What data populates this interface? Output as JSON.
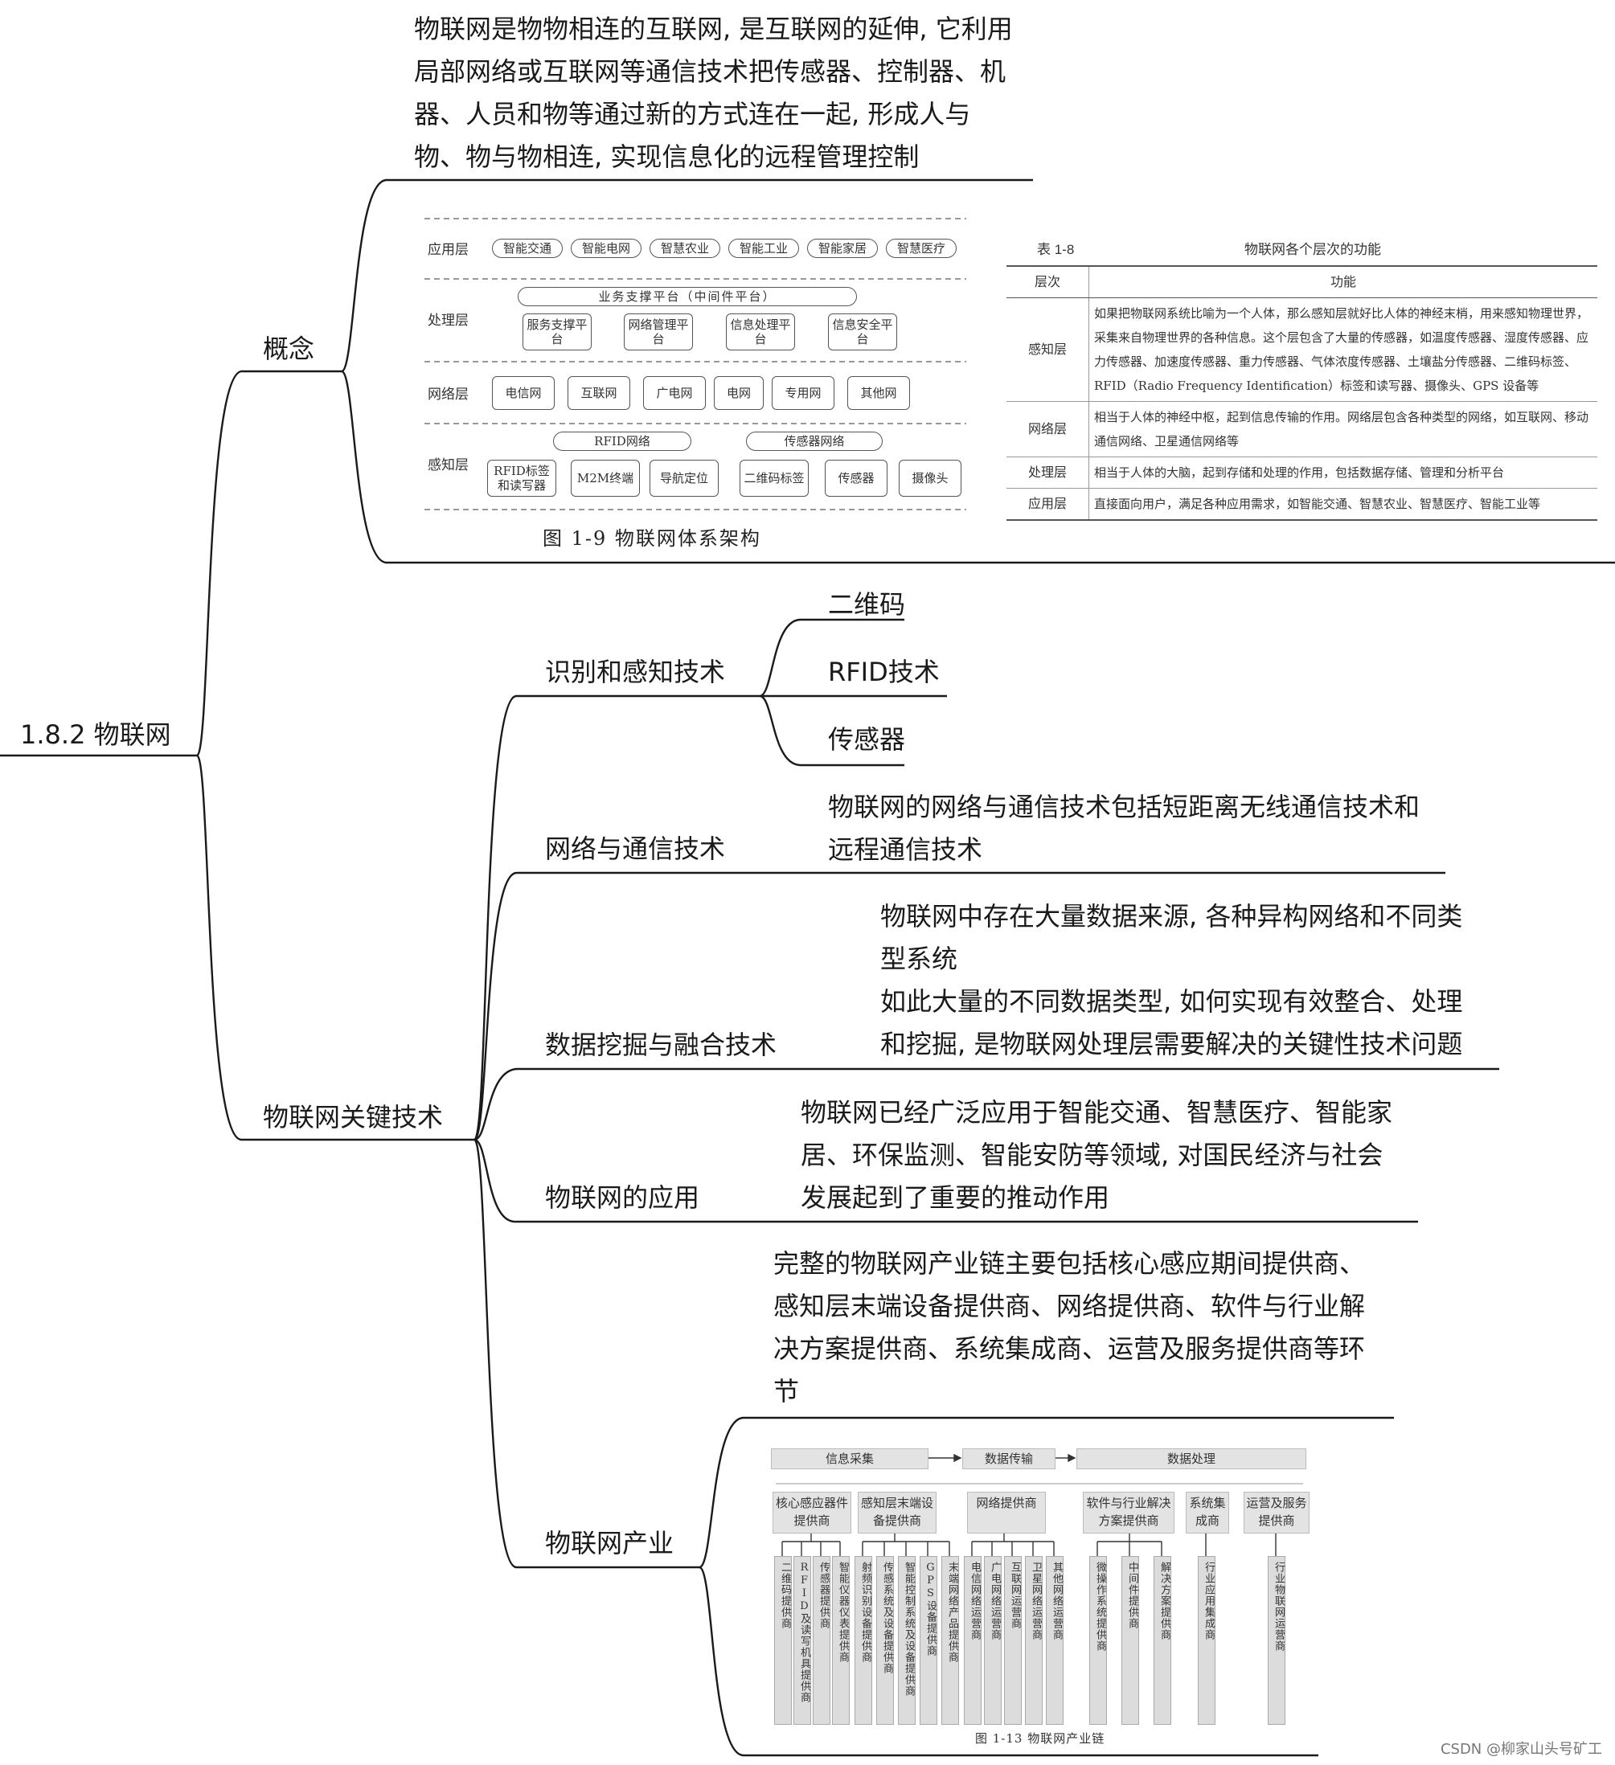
{
  "root": {
    "label": "1.8.2 物联网"
  },
  "concept": {
    "label": "概念",
    "definition_lines": [
      "物联网是物物相连的互联网, 是互联网的延伸, 它利用",
      "局部网络或互联网等通信技术把传感器、控制器、机",
      "器、人员和物等通过新的方式连在一起, 形成人与",
      "物、物与物相连, 实现信息化的远程管理控制"
    ],
    "architecture_figure": {
      "caption": "图 1-9    物联网体系架构",
      "layers": [
        {
          "name": "应用层",
          "items": [
            "智能交通",
            "智能电网",
            "智慧农业",
            "智能工业",
            "智能家居",
            "智慧医疗"
          ]
        },
        {
          "name": "处理层",
          "platform": "业务支撑平台（中间件平台）",
          "items": [
            "服务支撑平台",
            "网络管理平台",
            "信息处理平台",
            "信息安全平台"
          ]
        },
        {
          "name": "网络层",
          "items": [
            "电信网",
            "互联网",
            "广电网",
            "电网",
            "专用网",
            "其他网"
          ]
        },
        {
          "name": "感知层",
          "groups": [
            "RFID网络",
            "传感器网络"
          ],
          "items": [
            "RFID标签和读写器",
            "M2M终端",
            "导航定位",
            "二维码标签",
            "传感器",
            "摄像头"
          ]
        }
      ]
    },
    "layer_table": {
      "number": "表 1-8",
      "title": "物联网各个层次的功能",
      "headers": [
        "层次",
        "功能"
      ],
      "rows": [
        {
          "level": "感知层",
          "func": "如果把物联网系统比喻为一个人体，那么感知层就好比人体的神经末梢，用来感知物理世界，采集来自物理世界的各种信息。这个层包含了大量的传感器，如温度传感器、湿度传感器、应力传感器、加速度传感器、重力传感器、气体浓度传感器、土壤盐分传感器、二维码标签、RFID（Radio Frequency Identification）标签和读写器、摄像头、GPS 设备等"
        },
        {
          "level": "网络层",
          "func": "相当于人体的神经中枢，起到信息传输的作用。网络层包含各种类型的网络，如互联网、移动通信网络、卫星通信网络等"
        },
        {
          "level": "处理层",
          "func": "相当于人体的大脑，起到存储和处理的作用，包括数据存储、管理和分析平台"
        },
        {
          "level": "应用层",
          "func": "直接面向用户，满足各种应用需求，如智能交通、智慧农业、智慧医疗、智能工业等"
        }
      ]
    }
  },
  "key_tech": {
    "label": "物联网关键技术",
    "recognition": {
      "label": "识别和感知技术",
      "children": [
        "二维码",
        "RFID技术",
        "传感器"
      ]
    },
    "network": {
      "label": "网络与通信技术",
      "lines": [
        "物联网的网络与通信技术包括短距离无线通信技术和",
        "远程通信技术"
      ]
    },
    "data_mining": {
      "label": "数据挖掘与融合技术",
      "lines": [
        "物联网中存在大量数据来源, 各种异构网络和不同类",
        "型系统",
        "如此大量的不同数据类型, 如何实现有效整合、处理",
        "和挖掘, 是物联网处理层需要解决的关键性技术问题"
      ]
    },
    "application": {
      "label": "物联网的应用",
      "lines": [
        "物联网已经广泛应用于智能交通、智慧医疗、智能家",
        "居、环保监测、智能安防等领域, 对国民经济与社会",
        "发展起到了重要的推动作用"
      ]
    },
    "industry": {
      "label": "物联网产业",
      "lines": [
        "完整的物联网产业链主要包括核心感应期间提供商、",
        "感知层末端设备提供商、网络提供商、软件与行业解",
        "决方案提供商、系统集成商、运营及服务提供商等环",
        "节"
      ],
      "chain_figure": {
        "caption": "图 1-13    物联网产业链",
        "stages": [
          "信息采集",
          "数据传输",
          "数据处理"
        ],
        "groups": [
          {
            "name": "核心感应器件提供商",
            "items": [
              "二维码提供商",
              "RFID及读写机具提供商",
              "传感器提供商",
              "智能仪器仪表提供商"
            ]
          },
          {
            "name": "感知层末端设备提供商",
            "items": [
              "射频识别设备提供商",
              "传感系统及设备提供商",
              "智能控制系统及设备提供商",
              "GPS设备提供商",
              "末端网络产品提供商"
            ]
          },
          {
            "name": "网络提供商",
            "items": [
              "电信网络运营商",
              "广电网络运营商",
              "互联网运营商",
              "卫星网络运营商",
              "其他网络运营商"
            ]
          },
          {
            "name": "软件与行业解决方案提供商",
            "items": [
              "微操作系统提供商",
              "中间件提供商",
              "解决方案提供商"
            ]
          },
          {
            "name": "系统集成商",
            "items": [
              "行业应用集成商"
            ]
          },
          {
            "name": "运营及服务提供商",
            "items": [
              "行业物联网运营商"
            ]
          }
        ]
      }
    }
  },
  "watermark": "CSDN @柳家山头号矿工"
}
